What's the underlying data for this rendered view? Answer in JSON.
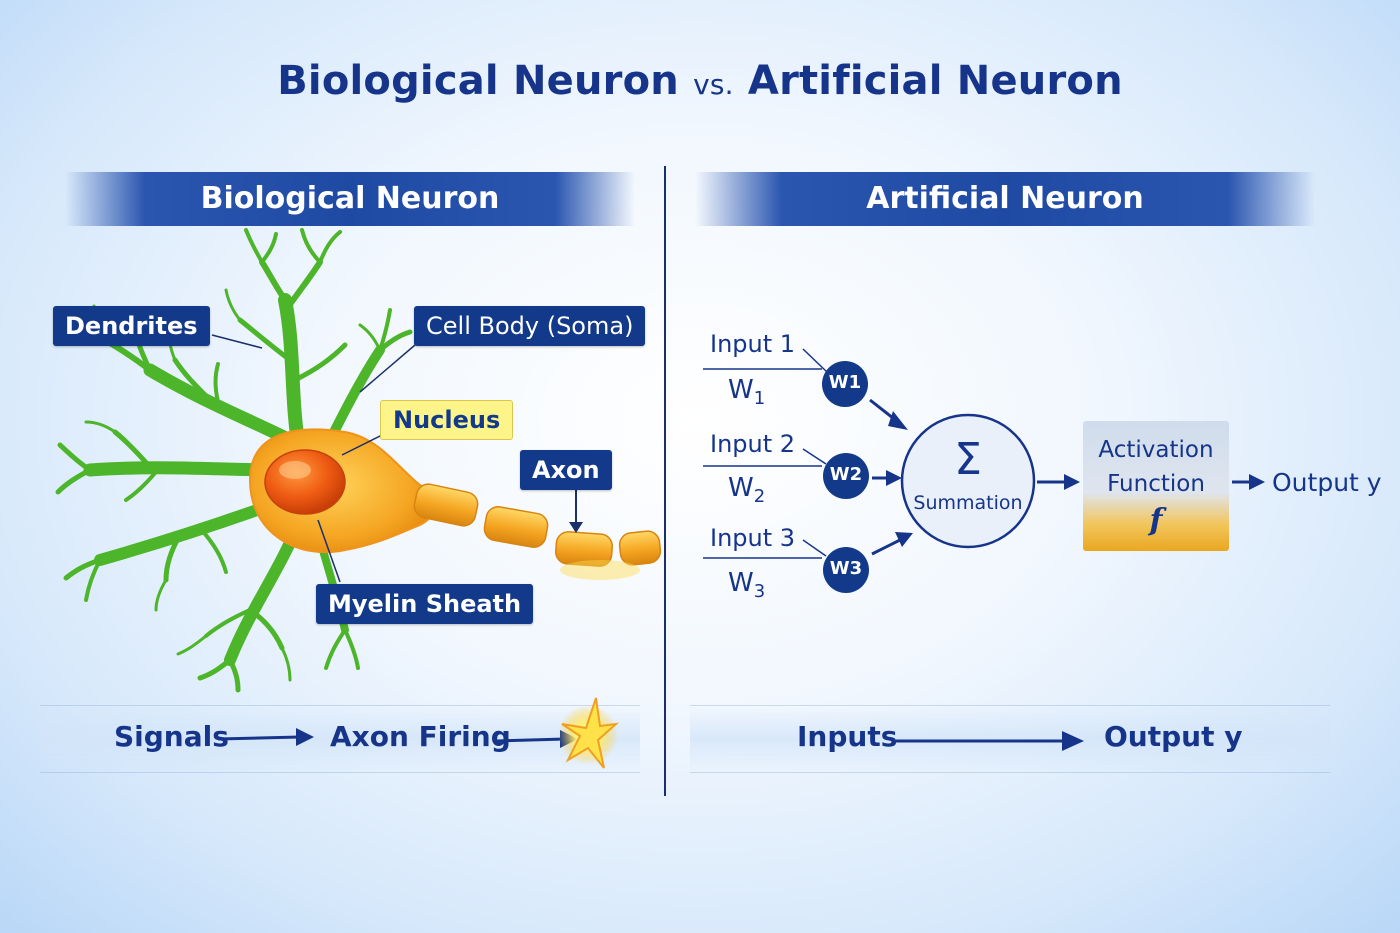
{
  "title": {
    "left": "Biological Neuron",
    "vs": "vs.",
    "right": "Artificial Neuron"
  },
  "biological": {
    "heading": "Biological Neuron",
    "labels": {
      "dendrites": "Dendrites",
      "cell_body": "Cell Body (Soma)",
      "nucleus": "Nucleus",
      "axon": "Axon",
      "myelin": "Myelin Sheath"
    },
    "flow": {
      "from": "Signals",
      "to": "Axon Firing"
    }
  },
  "artificial": {
    "heading": "Artificial Neuron",
    "inputs": [
      {
        "label": "Input 1",
        "weight": "W",
        "sub": "1",
        "node": "W1"
      },
      {
        "label": "Input 2",
        "weight": "W",
        "sub": "2",
        "node": "W2"
      },
      {
        "label": "Input 3",
        "weight": "W",
        "sub": "3",
        "node": "W3"
      }
    ],
    "summation": {
      "symbol": "Σ",
      "label": "Summation"
    },
    "activation": {
      "line1": "Activation",
      "line2": "Function",
      "symbol": "f"
    },
    "output": "Output y",
    "flow": {
      "from": "Inputs",
      "to": "Output y"
    }
  },
  "colors": {
    "navy": "#16358a",
    "dendrite_green": "#4fb82c",
    "soma_orange": "#f0a020",
    "nucleus_red": "#e8501c"
  }
}
